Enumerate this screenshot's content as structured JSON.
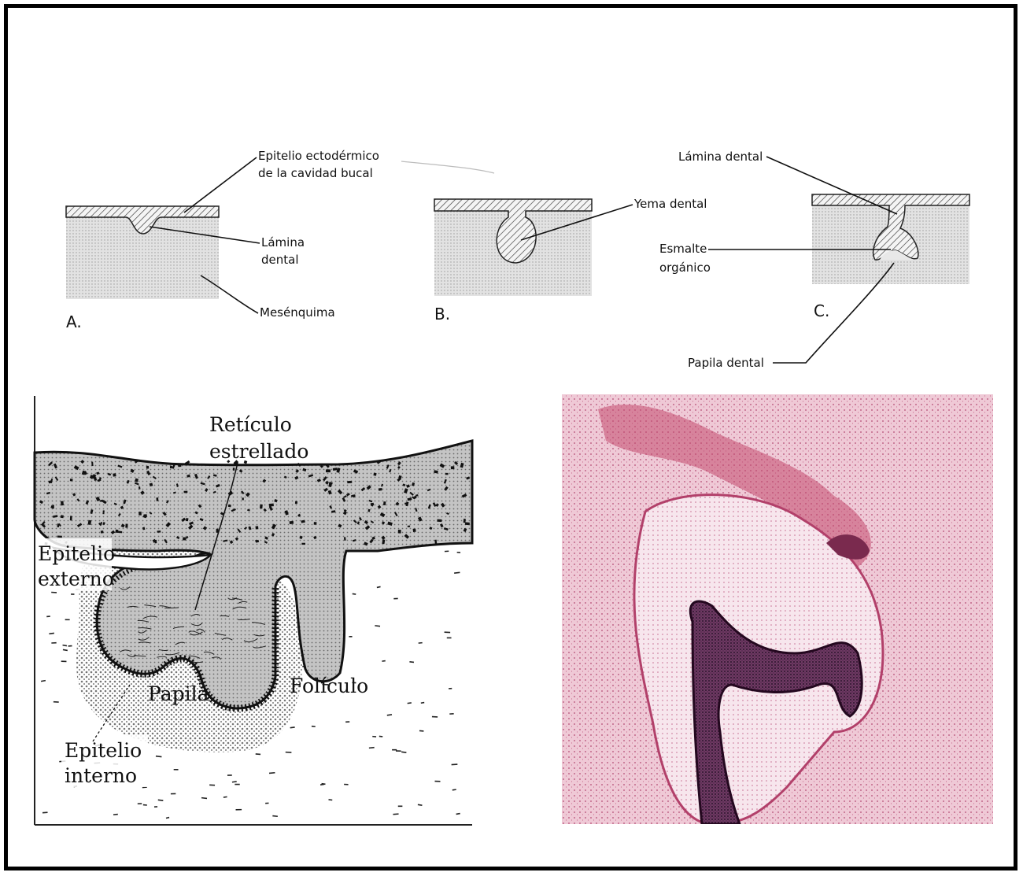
{
  "top_diagrams": {
    "panel_a": {
      "letter": "A.",
      "label_epitelio_1": "Epitelio ectodérmico",
      "label_epitelio_2": "de la cavidad bucal",
      "label_lamina_1": "Lámina",
      "label_lamina_2": "dental",
      "label_mesenquima": "Mesénquima"
    },
    "panel_b": {
      "letter": "B.",
      "label_yema": "Yema dental"
    },
    "panel_c": {
      "letter": "C.",
      "label_lamina": "Lámina dental",
      "label_esmalte_1": "Esmalte",
      "label_esmalte_2": "orgánico",
      "label_papila": "Papila dental"
    }
  },
  "cap_stage_drawing": {
    "label_reticulo_1": "Retículo",
    "label_reticulo_2": "estrellado",
    "label_ext_1": "Epitelio",
    "label_ext_2": "externo",
    "label_papila": "Papila",
    "label_foliculo": "Folículo",
    "label_int_1": "Epitelio",
    "label_int_2": "interno"
  },
  "histology_photo": {
    "stain_colors": {
      "background": "#efc9d6",
      "tissue": "#c2486e",
      "dense": "#3d1838"
    }
  }
}
